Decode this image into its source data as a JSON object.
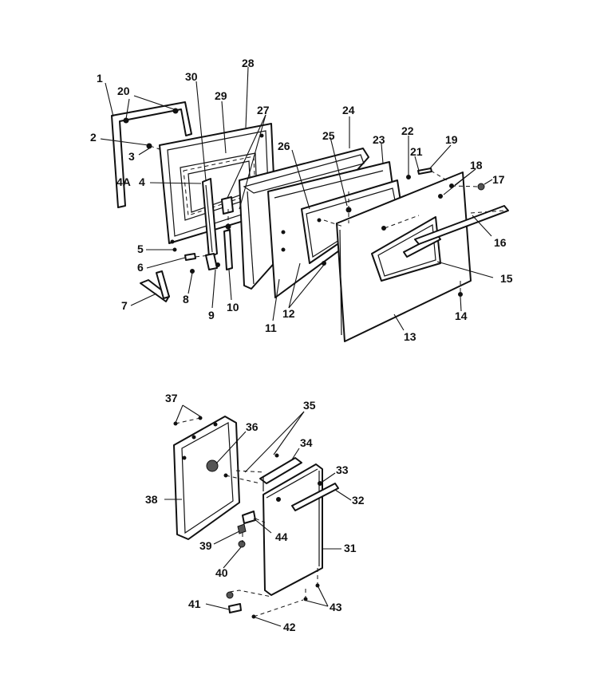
{
  "diagram": {
    "callouts_upper": [
      "1",
      "20",
      "30",
      "28",
      "29",
      "27",
      "24",
      "2",
      "3",
      "25",
      "22",
      "21",
      "19",
      "26",
      "23",
      "18",
      "17",
      "4A",
      "4",
      "16",
      "5",
      "6",
      "15",
      "7",
      "8",
      "9",
      "10",
      "11",
      "12",
      "14",
      "13"
    ],
    "callouts_lower": [
      "37",
      "35",
      "36",
      "34",
      "33",
      "38",
      "32",
      "44",
      "31",
      "39",
      "40",
      "43",
      "41",
      "42"
    ]
  }
}
